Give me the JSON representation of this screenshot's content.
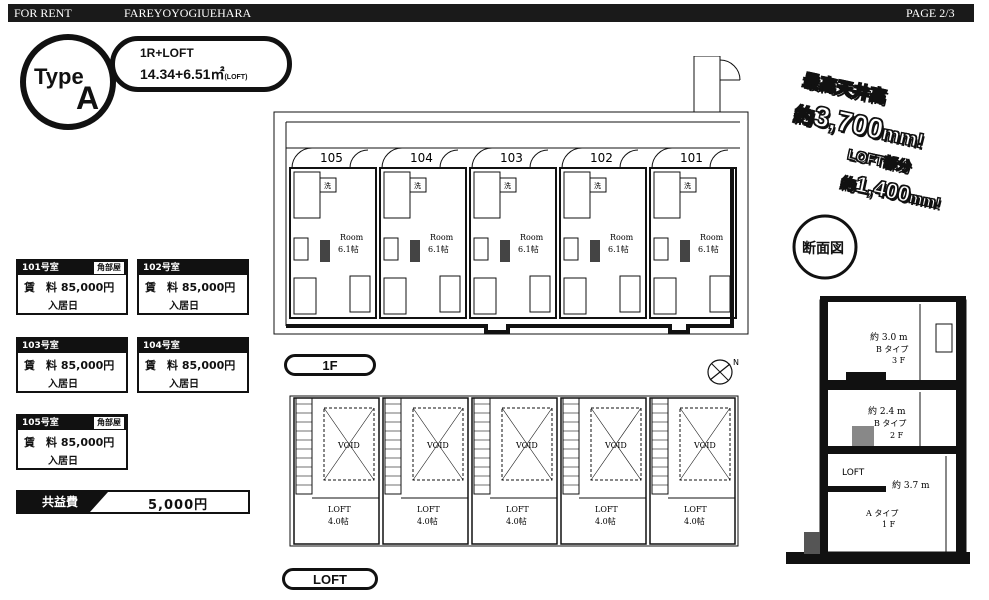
{
  "header": {
    "left": "FOR RENT",
    "name": "FAREYOYOGIUEHARA",
    "page": "PAGE 2/3"
  },
  "type_badge": {
    "word": "Type",
    "letter": "A"
  },
  "spec": {
    "layout": "1R+LOFT",
    "area": "14.34+6.51㎡",
    "area_note": "(LOFT)"
  },
  "ceiling": {
    "line1": "最高天井高",
    "line2_prefix": "約",
    "line2_value": "3,700",
    "line2_unit": "mm!",
    "line3": "LOFT部分",
    "line4_prefix": "約",
    "line4_value": "1,400",
    "line4_unit": "mm!"
  },
  "section_label": "断面図",
  "rooms": [
    {
      "no": "101号室",
      "tag": "角部屋",
      "rent": "賃　料 85,000円",
      "move_in": "入居日"
    },
    {
      "no": "102号室",
      "tag": "",
      "rent": "賃　料 85,000円",
      "move_in": "入居日"
    },
    {
      "no": "103号室",
      "tag": "",
      "rent": "賃　料 85,000円",
      "move_in": "入居日"
    },
    {
      "no": "104号室",
      "tag": "",
      "rent": "賃　料 85,000円",
      "move_in": "入居日"
    },
    {
      "no": "105号室",
      "tag": "角部屋",
      "rent": "賃　料 85,000円",
      "move_in": "入居日"
    }
  ],
  "common_fee": {
    "label": "共益費",
    "value": "5,000円"
  },
  "floor_1f": {
    "label": "1F",
    "units": [
      "105",
      "104",
      "103",
      "102",
      "101"
    ],
    "room_label": "Room",
    "room_size": "6.1帖",
    "wash": "洗"
  },
  "floor_loft": {
    "label": "LOFT",
    "void": "VOID",
    "loft_label": "LOFT",
    "loft_size": "4.0帖"
  },
  "compass": "N",
  "section": {
    "top": {
      "height": "約 3.0 m",
      "type": "B タイプ",
      "floor": "3 F"
    },
    "mid": {
      "height": "約 2.4 m",
      "type": "B タイプ",
      "floor": "2 F"
    },
    "loft": "LOFT",
    "low": {
      "height": "約 3.7 m",
      "type": "A タイプ",
      "floor": "1 F"
    }
  }
}
